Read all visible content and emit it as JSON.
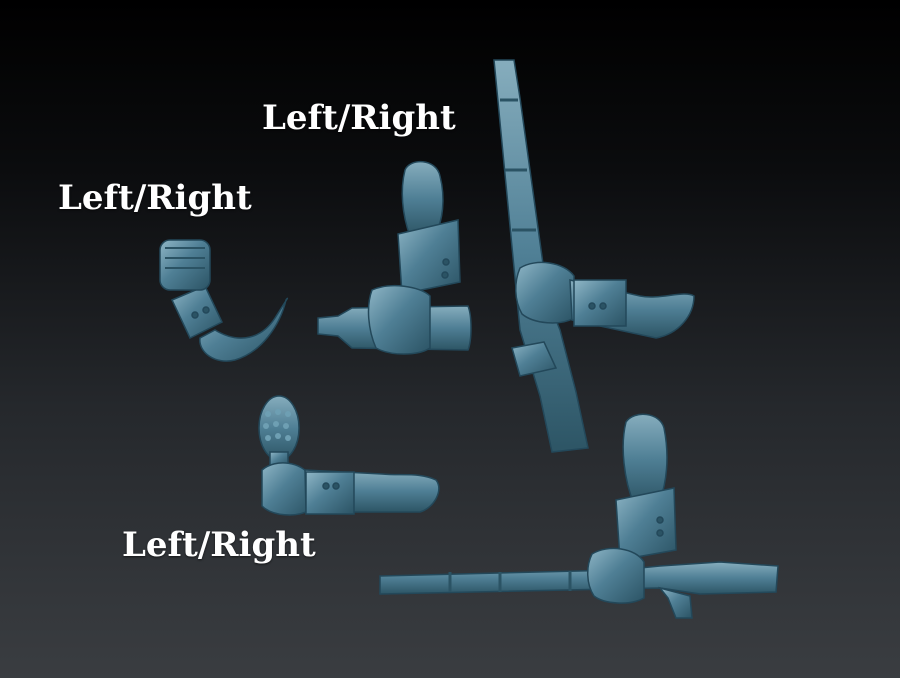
{
  "labels": [
    "Left/Right",
    "Left/Right",
    "Left/Right"
  ],
  "colors": {
    "model": "#4f7f95",
    "model_shadow": "#2b5364",
    "model_highlight": "#8fb6c6",
    "text": "#ffffff"
  },
  "parts": [
    "fist-arm",
    "bottle-arm",
    "grenade-arm",
    "rifle-vertical-arm",
    "rifle-horizontal-arm"
  ]
}
